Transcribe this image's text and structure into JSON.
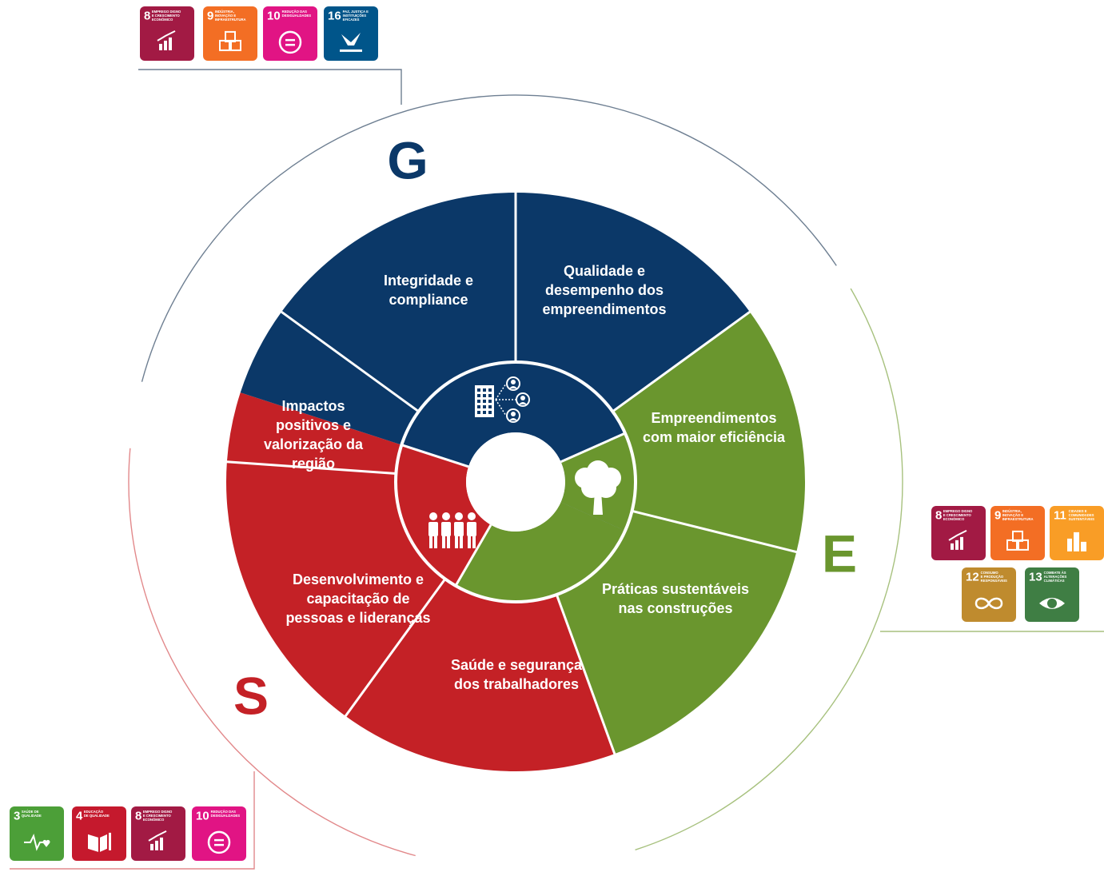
{
  "pillars": {
    "G": {
      "letter": "G",
      "color": "#0b3868",
      "segments": [
        {
          "lines": [
            "Integridade e",
            "compliance"
          ]
        },
        {
          "lines": [
            "Qualidade e",
            "desempenho dos",
            "empreendimentos"
          ]
        },
        {
          "lines": [
            "Impactos",
            "positivos e",
            "valorização da",
            "região"
          ]
        }
      ],
      "center_icon": "building-network-icon"
    },
    "E": {
      "letter": "E",
      "color": "#6a962e",
      "segments": [
        {
          "lines": [
            "Empreendimentos",
            "com maior eficiência"
          ]
        },
        {
          "lines": [
            "Práticas sustentáveis",
            "nas construções"
          ]
        }
      ],
      "center_icon": "tree-icon"
    },
    "S": {
      "letter": "S",
      "color": "#c42126",
      "segments": [
        {
          "lines": [
            "Desenvolvimento e",
            "capacitação de",
            "pessoas e lideranças"
          ]
        },
        {
          "lines": [
            "Saúde e segurança",
            "dos trabalhadores"
          ]
        }
      ],
      "center_icon": "people-group-icon"
    }
  },
  "sdg_groups": {
    "governance": [
      {
        "num": "8",
        "icon": "growth-chart-icon",
        "color": "#a21a44",
        "lines": [
          "EMPREGO DIGNO",
          "E CRESCIMENTO",
          "ECONÓMICO"
        ]
      },
      {
        "num": "9",
        "icon": "cubes-icon",
        "color": "#f36e24",
        "lines": [
          "INDÚSTRIA,",
          "INOVAÇÃO E",
          "INFRAESTRUTURA"
        ]
      },
      {
        "num": "10",
        "icon": "equality-icon",
        "color": "#e11484",
        "lines": [
          "REDUÇÃO DAS",
          "DESIGUALDADES"
        ]
      },
      {
        "num": "16",
        "icon": "dove-gavel-icon",
        "color": "#00558a",
        "lines": [
          "PAZ, JUSTIÇA E",
          "INSTITUIÇÕES",
          "EFICAZES"
        ]
      }
    ],
    "environment_row1": [
      {
        "num": "8",
        "icon": "growth-chart-icon",
        "color": "#a21a44",
        "lines": [
          "EMPREGO DIGNO",
          "E CRESCIMENTO",
          "ECONÓMICO"
        ]
      },
      {
        "num": "9",
        "icon": "cubes-icon",
        "color": "#f36e24",
        "lines": [
          "INDÚSTRIA,",
          "INOVAÇÃO E",
          "INFRAESTRUTURA"
        ]
      },
      {
        "num": "11",
        "icon": "city-icon",
        "color": "#f99d26",
        "lines": [
          "CIDADES E",
          "COMUNIDADES",
          "SUSTENTÁVEIS"
        ]
      }
    ],
    "environment_row2": [
      {
        "num": "12",
        "icon": "infinity-icon",
        "color": "#bf8b2e",
        "lines": [
          "CONSUMO",
          "E PRODUÇÃO",
          "RESPONSÁVEIS"
        ]
      },
      {
        "num": "13",
        "icon": "eye-globe-icon",
        "color": "#3f7e44",
        "lines": [
          "COMBATE ÀS",
          "ALTERAÇÕES",
          "CLIMÁTICAS"
        ]
      }
    ],
    "social": [
      {
        "num": "3",
        "icon": "heartbeat-icon",
        "color": "#4c9f38",
        "lines": [
          "SAÚDE DE",
          "QUALIDADE"
        ]
      },
      {
        "num": "4",
        "icon": "book-icon",
        "color": "#c5192d",
        "lines": [
          "EDUCAÇÃO",
          "DE QUALIDADE"
        ]
      },
      {
        "num": "8",
        "icon": "growth-chart-icon",
        "color": "#a21a44",
        "lines": [
          "EMPREGO DIGNO",
          "E CRESCIMENTO",
          "ECONÓMICO"
        ]
      },
      {
        "num": "10",
        "icon": "equality-icon",
        "color": "#e11484",
        "lines": [
          "REDUÇÃO DAS",
          "DESIGUALDADES"
        ]
      }
    ]
  }
}
